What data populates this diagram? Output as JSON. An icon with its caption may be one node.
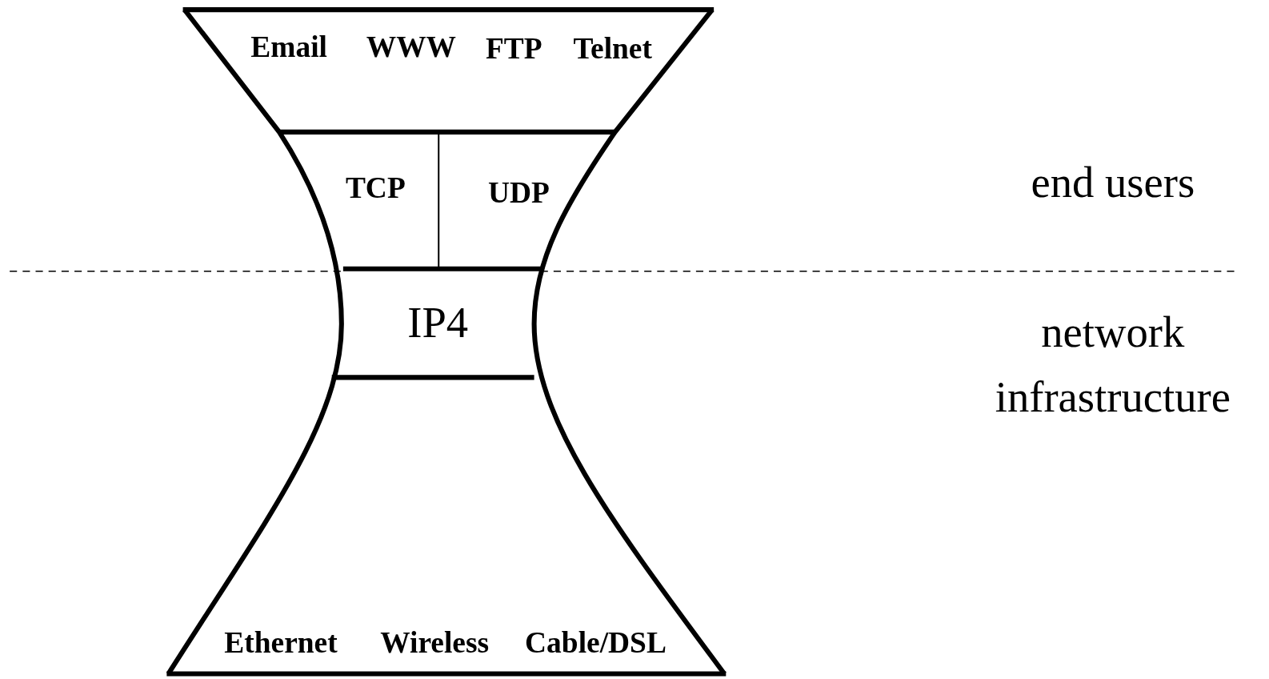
{
  "diagram": {
    "nodes": [
      {
        "text": [
          "Email",
          "WWW",
          "FTP",
          "Telnet"
        ]
      },
      {
        "text": [
          "TCP"
        ]
      },
      {
        "text": [
          "UDP"
        ]
      },
      {
        "text": [
          "IP4"
        ]
      },
      {
        "text": [
          "Ethernet",
          "Wireless",
          "Cable/DSL"
        ]
      }
    ],
    "labels": [
      "end users",
      "network infrastructure"
    ]
  }
}
